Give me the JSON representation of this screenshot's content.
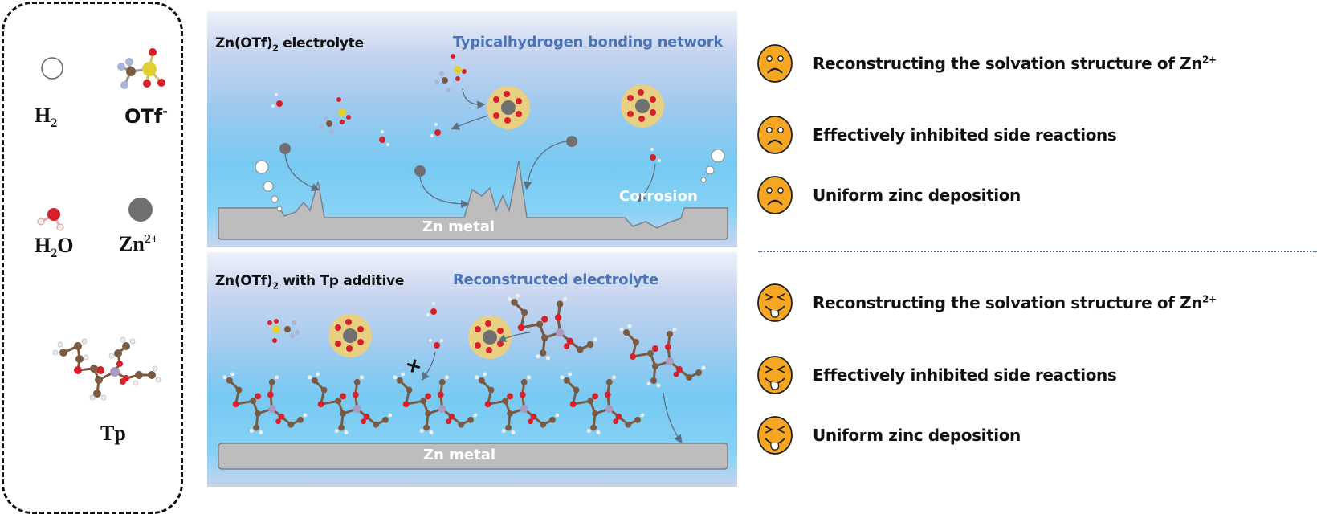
{
  "legend": {
    "items": [
      {
        "key": "h2",
        "label_main": "H",
        "label_sub": "2",
        "label_sup": "",
        "icon": "hydrogen-bubble-icon"
      },
      {
        "key": "otf",
        "label_main": "OTf",
        "label_sub": "",
        "label_sup": "-",
        "icon": "triflate-molecule-icon"
      },
      {
        "key": "h2o",
        "label_main": "H",
        "label_sub": "2",
        "label_after": "O",
        "label_sup": "",
        "icon": "water-molecule-icon"
      },
      {
        "key": "zn",
        "label_main": "Zn",
        "label_sub": "",
        "label_sup": "2+",
        "icon": "zinc-ion-icon"
      },
      {
        "key": "tp",
        "label_main": "Tp",
        "label_sub": "",
        "label_sup": "",
        "icon": "tp-molecule-icon"
      }
    ]
  },
  "panels": {
    "top": {
      "title_pre": "Zn(OTf)",
      "title_sub": "2",
      "title_post": " electrolyte",
      "subtitle": "Typicalhydrogen bonding network",
      "metal_label": "Zn metal",
      "annotation": "Corrosion"
    },
    "bottom": {
      "title_pre": "Zn(OTf)",
      "title_sub": "2",
      "title_post": " with Tp additive",
      "subtitle": "Reconstructed electrolyte",
      "metal_label": "Zn metal",
      "blocked_mark": "+"
    }
  },
  "effects": {
    "top": {
      "face": "sad-face-icon",
      "items": [
        {
          "text": "Reconstructing the solvation structure of Zn",
          "sup": "2+"
        },
        {
          "text": "Effectively inhibited side reactions",
          "sup": ""
        },
        {
          "text": "Uniform zinc deposition",
          "sup": ""
        }
      ]
    },
    "bottom": {
      "face": "happy-face-icon",
      "items": [
        {
          "text": "Reconstructing the solvation structure of Zn",
          "sup": "2+"
        },
        {
          "text": "Effectively inhibited side reactions",
          "sup": ""
        },
        {
          "text": "Uniform zinc deposition",
          "sup": ""
        }
      ]
    }
  },
  "colors": {
    "face_fill": "#f5a623",
    "subtitle_blue": "#4a74b7",
    "metal_gray": "#bdbdbd",
    "oxygen_red": "#d8202a",
    "carbon_brown": "#7a5a40",
    "sulfur_yellow": "#e0d030",
    "fluorine_lavender": "#a9b4d6",
    "phosphorus_purple": "#a89ac0",
    "zinc_gray": "#707070",
    "solvation_shell": "#e8cf82"
  }
}
